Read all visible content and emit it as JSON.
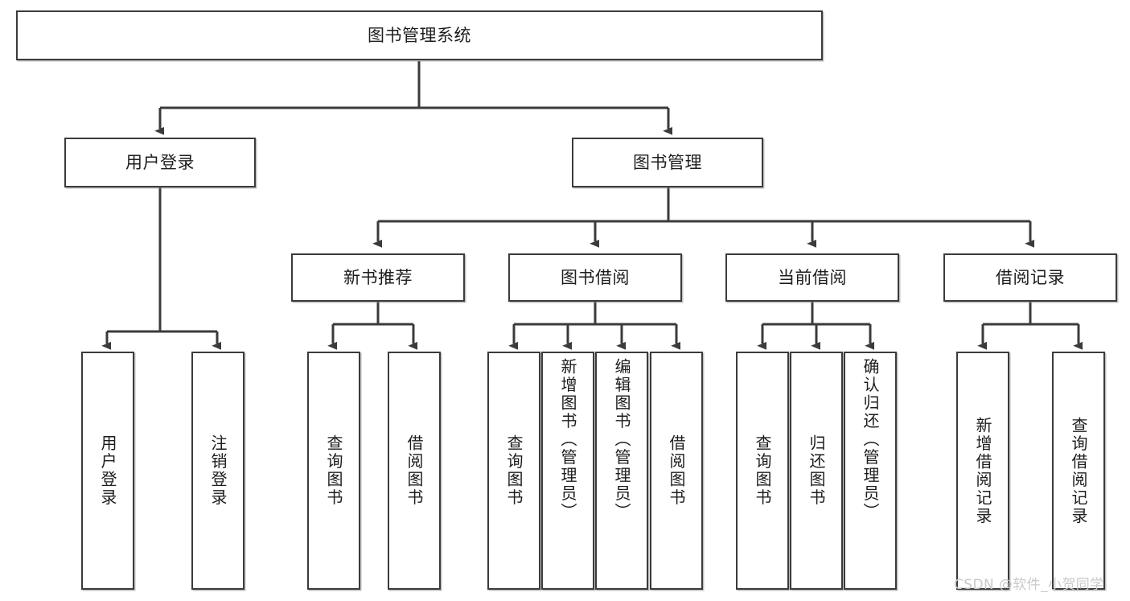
{
  "diagram": {
    "type": "tree",
    "title": "图书管理系统",
    "style": {
      "background": "#ffffff",
      "node_border": "#3b3b3b",
      "node_fill": "#ffffff",
      "edge_color": "#3b3b3b",
      "text_color": "#1d1d1d",
      "watermark_color": "#c9c9c9"
    },
    "levels": {
      "root": {
        "label": "图书管理系统"
      },
      "level1": [
        {
          "label": "用户登录"
        },
        {
          "label": "图书管理"
        }
      ],
      "level2": [
        {
          "label": "新书推荐"
        },
        {
          "label": "图书借阅"
        },
        {
          "label": "当前借阅"
        },
        {
          "label": "借阅记录"
        }
      ],
      "leaves": {
        "user_login": [
          {
            "label": "用户登录"
          },
          {
            "label": "注销登录"
          }
        ],
        "new_book_recommend": [
          {
            "label": "查询图书"
          },
          {
            "label": "借阅图书"
          }
        ],
        "book_borrow": [
          {
            "label": "查询图书"
          },
          {
            "label": "新增图书（管理员）"
          },
          {
            "label": "编辑图书（管理员）"
          },
          {
            "label": "借阅图书"
          }
        ],
        "current_borrow": [
          {
            "label": "查询图书"
          },
          {
            "label": "归还图书"
          },
          {
            "label": "确认归还（管理员）"
          }
        ],
        "borrow_record": [
          {
            "label": "新增借阅记录"
          },
          {
            "label": "查询借阅记录"
          }
        ]
      }
    }
  },
  "watermark": {
    "text": "CSDN @软件_小贺同学"
  }
}
